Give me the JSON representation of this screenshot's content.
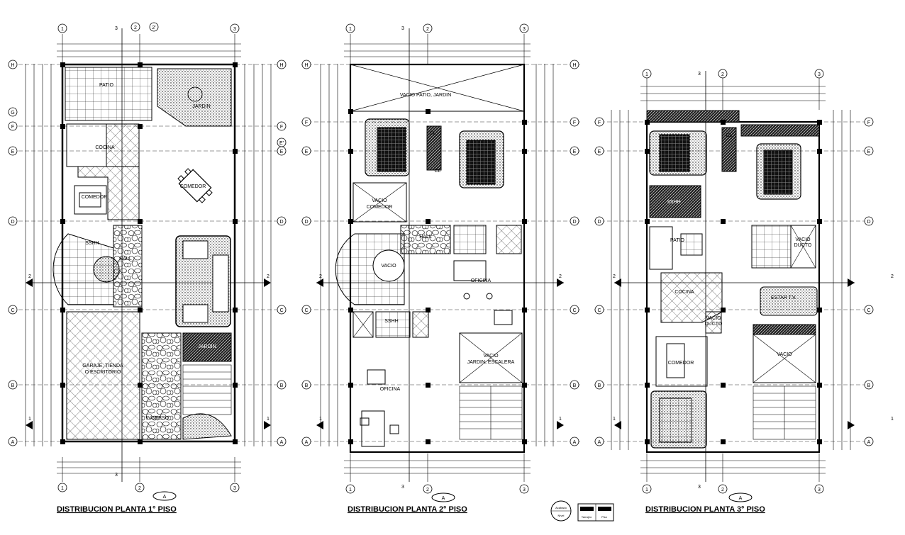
{
  "plans": [
    {
      "id": "p1",
      "title": "DISTRIBUCION PLANTA 1° PISO",
      "top_axes": [
        "1",
        "3",
        "2",
        "2'",
        "3"
      ],
      "bottom_axes": [
        "1",
        "3",
        "2",
        "3"
      ],
      "left_axes": [
        "H",
        "G",
        "F",
        "E",
        "D",
        "2",
        "C",
        "B",
        "1",
        "A"
      ],
      "right_axes": [
        "H",
        "F",
        "E'",
        "E",
        "D",
        "2",
        "C",
        "B",
        "1",
        "A"
      ],
      "section_mark": "A",
      "rooms": [
        "PATIO",
        "JARDIN",
        "COCINA",
        "COMEDOR",
        "COMEDOR",
        "SSHH",
        "HALL",
        "GARAJE, TIENDA",
        "O ESCRITORIO",
        "JARDIN",
        "INGRESO"
      ]
    },
    {
      "id": "p2",
      "title": "DISTRIBUCION PLANTA 2° PISO",
      "top_axes": [
        "1",
        "3",
        "2",
        "3"
      ],
      "bottom_axes": [
        "1",
        "3",
        "2",
        "3"
      ],
      "left_axes": [
        "H",
        "F",
        "E",
        "D",
        "2",
        "C",
        "B",
        "1",
        "A"
      ],
      "right_axes": [
        "H",
        "F",
        "E",
        "D",
        "2",
        "C",
        "B",
        "1",
        "A"
      ],
      "section_mark": "A",
      "rooms": [
        "VACIO PATIO, JARDIN",
        "CL",
        "CL",
        "VACIO",
        "COMEDOR",
        "HALL",
        "VACIO",
        "OFICINA",
        "SSHH",
        "VACIO",
        "JARDIN, ESCALERA",
        "OFICINA"
      ]
    },
    {
      "id": "p3",
      "title": "DISTRIBUCION PLANTA 3° PISO",
      "top_axes": [
        "1",
        "3",
        "2",
        "3"
      ],
      "bottom_axes": [
        "1",
        "3",
        "2",
        "3"
      ],
      "left_axes": [
        "F",
        "E",
        "D",
        "2",
        "C",
        "B",
        "1",
        "A"
      ],
      "right_axes": [
        "F",
        "E",
        "D",
        "2",
        "C",
        "B",
        "1",
        "A"
      ],
      "section_mark": "A",
      "rooms": [
        "CL",
        "SSHH",
        "PATIO",
        "VACIO",
        "DUCTO",
        "COCINA",
        "ESTAR T.V.",
        "VACIO",
        "DUCTO",
        "COMEDOR",
        "VACIO"
      ]
    }
  ],
  "legend": {
    "symbol_top": "Acabado",
    "symbol_bottom": "Nivel",
    "box1": "Tarrajeo",
    "box2": "Piso"
  }
}
